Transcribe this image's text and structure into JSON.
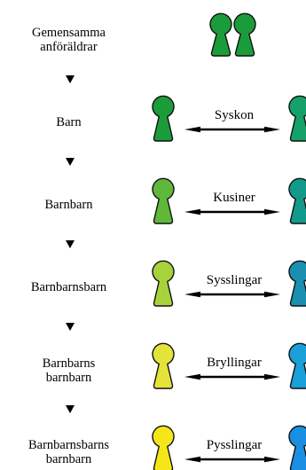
{
  "generations": [
    {
      "label_lines": [
        "Gemensamma",
        "anföräldrar"
      ]
    },
    {
      "label_lines": [
        "Barn"
      ],
      "relation": "Syskon"
    },
    {
      "label_lines": [
        "Barnbarn"
      ],
      "relation": "Kusiner"
    },
    {
      "label_lines": [
        "Barnbarnsbarn"
      ],
      "relation": "Sysslingar"
    },
    {
      "label_lines": [
        "Barnbarns",
        "barnbarn"
      ],
      "relation": "Bryllingar"
    },
    {
      "label_lines": [
        "Barnbarnsbarns",
        "barnbarn"
      ],
      "relation": "Pysslingar"
    }
  ],
  "colors": {
    "ancestors": "#1a9c3a",
    "left_figures": [
      "#1a9c3a",
      "#5fb83a",
      "#a8d23c",
      "#e3e33a",
      "#f5e61a"
    ],
    "right_figures": [
      "#16a06a",
      "#139a8a",
      "#1a8fb0",
      "#1a9fd8",
      "#1a8ee0"
    ],
    "outline": "#111111",
    "arrow": "#000000"
  },
  "icons": {
    "person": "person-token-icon",
    "down_arrow": "down-triangle-icon",
    "relation_arrow": "double-arrow-icon"
  }
}
